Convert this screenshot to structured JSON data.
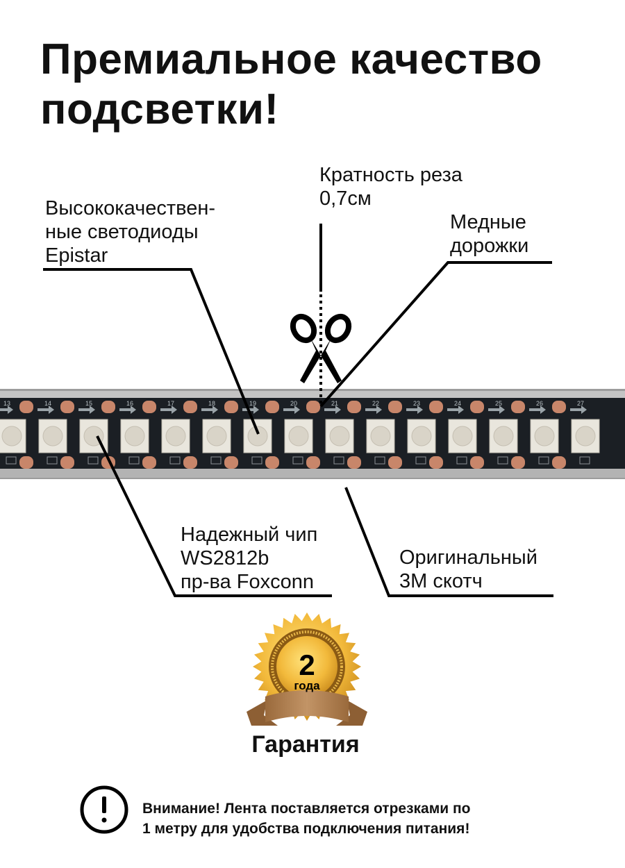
{
  "title": [
    "Премиальное качество",
    "подсветки!"
  ],
  "labels": {
    "leds": [
      "Высококачествен-",
      "ные светодиоды",
      "Epistar"
    ],
    "cut": [
      "Кратность реза",
      "0,7см"
    ],
    "copper": [
      "Медные",
      "дорожки"
    ],
    "chip": [
      "Надежный чип",
      "WS2812b",
      "пр-ва Foxconn"
    ],
    "tape": [
      "Оригинальный",
      "3M скотч"
    ]
  },
  "strip": {
    "segment_numbers": [
      "13",
      "14",
      "15",
      "16",
      "17",
      "18",
      "19",
      "20",
      "21",
      "22",
      "23",
      "24",
      "25",
      "26",
      "27"
    ]
  },
  "warranty": {
    "years": "2",
    "unit": "года",
    "caption": "Гарантия"
  },
  "notice": {
    "icon": "exclamation-circle-icon",
    "lines": [
      "Внимание! Лента поставляется отрезками по",
      "1 метру для удобства подключения питания!"
    ]
  },
  "colors": {
    "gold": "#f2b93b",
    "ribbon": "#b0804f",
    "pad": "#c8866a",
    "pcb": "#1b1f24"
  }
}
